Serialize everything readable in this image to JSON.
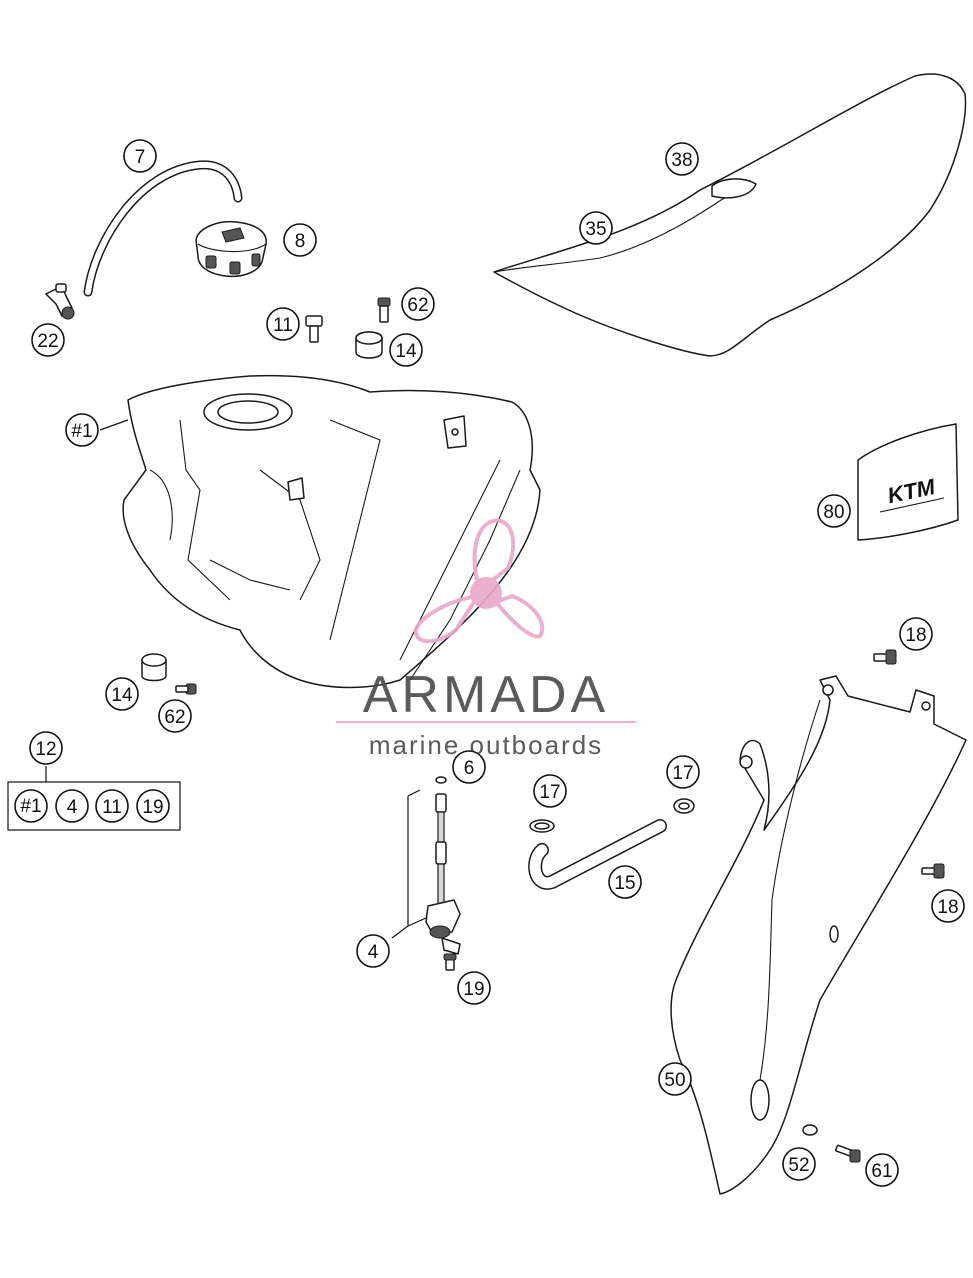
{
  "callouts": [
    {
      "id": "c7",
      "label": "7"
    },
    {
      "id": "c8",
      "label": "8"
    },
    {
      "id": "c22",
      "label": "22"
    },
    {
      "id": "c11",
      "label": "11"
    },
    {
      "id": "c62a",
      "label": "62"
    },
    {
      "id": "c14a",
      "label": "14"
    },
    {
      "id": "c38",
      "label": "38"
    },
    {
      "id": "c35",
      "label": "35"
    },
    {
      "id": "c1",
      "label": "#1"
    },
    {
      "id": "c80",
      "label": "80"
    },
    {
      "id": "c18a",
      "label": "18"
    },
    {
      "id": "c14b",
      "label": "14"
    },
    {
      "id": "c62b",
      "label": "62"
    },
    {
      "id": "c12",
      "label": "12"
    },
    {
      "id": "c6",
      "label": "6"
    },
    {
      "id": "c17a",
      "label": "17"
    },
    {
      "id": "c17b",
      "label": "17"
    },
    {
      "id": "c15",
      "label": "15"
    },
    {
      "id": "c4",
      "label": "4"
    },
    {
      "id": "c19",
      "label": "19"
    },
    {
      "id": "c18b",
      "label": "18"
    },
    {
      "id": "c50",
      "label": "50"
    },
    {
      "id": "c52",
      "label": "52"
    },
    {
      "id": "c61",
      "label": "61"
    }
  ],
  "kit": {
    "items": [
      "#1",
      "4",
      "11",
      "19"
    ]
  },
  "watermark": {
    "brand": "ARMADA",
    "tagline": "marine outboards",
    "color": "#e8a8c8"
  },
  "decal": {
    "text": "KTM"
  }
}
